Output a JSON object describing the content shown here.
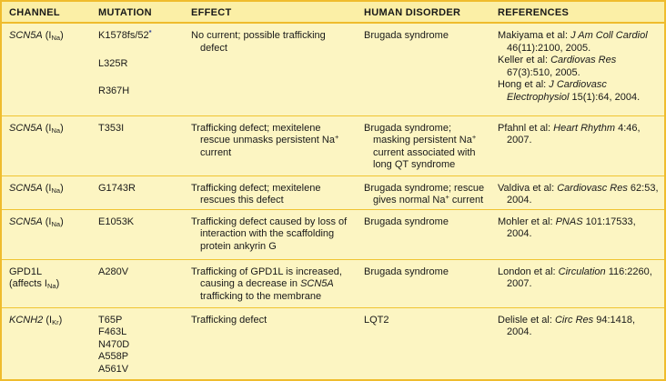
{
  "colors": {
    "body_background": "#fcf5c2",
    "header_background": "#fbefa6",
    "border_gold": "#efbc2d",
    "row_divider": "#f0c431",
    "text": "#191919",
    "asterisk_accent": "#2b3c94"
  },
  "table": {
    "columns": [
      {
        "label": "CHANNEL"
      },
      {
        "label": "MUTATION"
      },
      {
        "label": "EFFECT"
      },
      {
        "label": "HUMAN DISORDER"
      },
      {
        "label": "REFERENCES"
      }
    ],
    "rows": [
      {
        "channel": [
          [
            {
              "t": "SCN5A",
              "s": "i"
            },
            {
              "t": " (I"
            },
            {
              "t": "Na",
              "s": "sub"
            },
            {
              "t": ")"
            }
          ]
        ],
        "mutations": [
          [
            {
              "t": "K1578fs/52"
            },
            {
              "t": "*",
              "s": "sup-accent"
            }
          ],
          [
            {
              "t": "L325R"
            }
          ],
          [
            {
              "t": "R367H"
            }
          ]
        ],
        "effect": [
          [
            {
              "t": "No current; possible trafficking defect"
            }
          ]
        ],
        "disorder": [
          [
            {
              "t": "Brugada syndrome"
            }
          ]
        ],
        "references": [
          [
            {
              "t": "Makiyama et al: "
            },
            {
              "t": "J Am Coll Cardiol",
              "s": "i"
            },
            {
              "t": " 46(11):2100, 2005."
            }
          ],
          [
            {
              "t": "Keller et al: "
            },
            {
              "t": "Cardiovas Res",
              "s": "i"
            },
            {
              "t": " 67(3):510, 2005."
            }
          ],
          [
            {
              "t": "Hong et al: "
            },
            {
              "t": "J Cardiovasc Electrophysiol",
              "s": "i"
            },
            {
              "t": " 15(1):64, 2004."
            }
          ]
        ]
      },
      {
        "channel": [
          [
            {
              "t": "SCN5A",
              "s": "i"
            },
            {
              "t": " (I"
            },
            {
              "t": "Na",
              "s": "sub"
            },
            {
              "t": ")"
            }
          ]
        ],
        "mutations": [
          [
            {
              "t": "T353I"
            }
          ]
        ],
        "effect": [
          [
            {
              "t": "Trafficking defect; mexitelene rescue unmasks persistent Na"
            },
            {
              "t": "+",
              "s": "sup"
            },
            {
              "t": " current"
            }
          ]
        ],
        "disorder": [
          [
            {
              "t": "Brugada syndrome; masking persistent Na"
            },
            {
              "t": "+",
              "s": "sup"
            },
            {
              "t": " current associated with long QT syndrome"
            }
          ]
        ],
        "references": [
          [
            {
              "t": "Pfahnl et al: "
            },
            {
              "t": "Heart Rhythm",
              "s": "i"
            },
            {
              "t": " 4:46, 2007."
            }
          ]
        ]
      },
      {
        "channel": [
          [
            {
              "t": "SCN5A",
              "s": "i"
            },
            {
              "t": " (I"
            },
            {
              "t": "Na",
              "s": "sub"
            },
            {
              "t": ")"
            }
          ]
        ],
        "mutations": [
          [
            {
              "t": "G1743R"
            }
          ]
        ],
        "effect": [
          [
            {
              "t": "Trafficking defect; mexitelene rescues this defect"
            }
          ]
        ],
        "disorder": [
          [
            {
              "t": "Brugada syndrome; rescue gives normal Na"
            },
            {
              "t": "+",
              "s": "sup"
            },
            {
              "t": " current"
            }
          ]
        ],
        "references": [
          [
            {
              "t": "Valdiva et al: "
            },
            {
              "t": "Cardiovasc Res",
              "s": "i"
            },
            {
              "t": " 62:53, 2004."
            }
          ]
        ]
      },
      {
        "channel": [
          [
            {
              "t": "SCN5A",
              "s": "i"
            },
            {
              "t": " (I"
            },
            {
              "t": "Na",
              "s": "sub"
            },
            {
              "t": ")"
            }
          ]
        ],
        "mutations": [
          [
            {
              "t": "E1053K"
            }
          ]
        ],
        "effect": [
          [
            {
              "t": "Trafficking defect caused by loss of interaction with the scaffolding protein ankyrin G"
            }
          ]
        ],
        "disorder": [
          [
            {
              "t": "Brugada syndrome"
            }
          ]
        ],
        "references": [
          [
            {
              "t": "Mohler et al: "
            },
            {
              "t": "PNAS",
              "s": "i"
            },
            {
              "t": " 101:17533, 2004."
            }
          ]
        ]
      },
      {
        "channel": [
          [
            {
              "t": "GPD1L"
            }
          ],
          [
            {
              "t": "(affects I"
            },
            {
              "t": "Na",
              "s": "sub"
            },
            {
              "t": ")"
            }
          ]
        ],
        "mutations": [
          [
            {
              "t": "A280V"
            }
          ]
        ],
        "effect": [
          [
            {
              "t": "Trafficking of GPD1L is increased, causing a decrease in "
            },
            {
              "t": "SCN5A",
              "s": "i"
            },
            {
              "t": " trafficking to the membrane"
            }
          ]
        ],
        "disorder": [
          [
            {
              "t": "Brugada syndrome"
            }
          ]
        ],
        "references": [
          [
            {
              "t": "London et al: "
            },
            {
              "t": "Circulation",
              "s": "i"
            },
            {
              "t": " 116:2260, 2007."
            }
          ]
        ]
      },
      {
        "channel": [
          [
            {
              "t": "KCNH2",
              "s": "i"
            },
            {
              "t": " (I"
            },
            {
              "t": "Kr",
              "s": "sub"
            },
            {
              "t": ")"
            }
          ]
        ],
        "mutations": [
          [
            {
              "t": "T65P"
            }
          ],
          [
            {
              "t": "F463L"
            }
          ],
          [
            {
              "t": "N470D"
            }
          ],
          [
            {
              "t": "A558P"
            }
          ],
          [
            {
              "t": "A561V"
            }
          ]
        ],
        "effect": [
          [
            {
              "t": "Trafficking defect"
            }
          ]
        ],
        "disorder": [
          [
            {
              "t": "LQT2"
            }
          ]
        ],
        "references": [
          [
            {
              "t": "Delisle et al: "
            },
            {
              "t": "Circ Res",
              "s": "i"
            },
            {
              "t": " 94:1418, 2004."
            }
          ]
        ]
      }
    ]
  }
}
